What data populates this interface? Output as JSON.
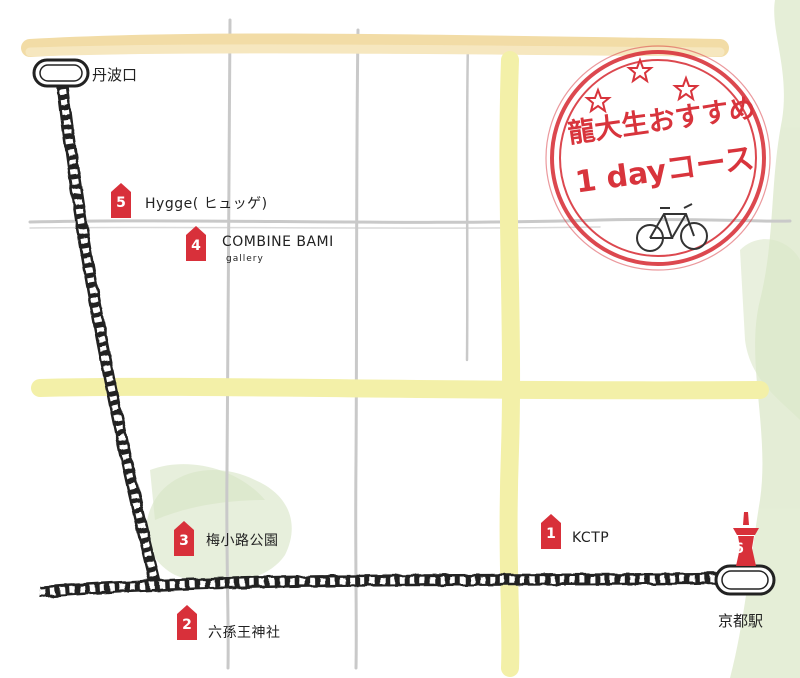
{
  "stamp": {
    "line1": "龍大生おすすめ",
    "line2": "1 dayコース",
    "color": "#d8343c"
  },
  "stations": [
    {
      "id": "tambaguchi",
      "name": "丹波口"
    },
    {
      "id": "kyoto",
      "name": "京都駅"
    }
  ],
  "spots": [
    {
      "num": "1",
      "name": "KCTP",
      "sub": ""
    },
    {
      "num": "2",
      "name": "六孫王神社",
      "sub": ""
    },
    {
      "num": "3",
      "name": "梅小路公園",
      "sub": ""
    },
    {
      "num": "4",
      "name": "COMBINE BAMI",
      "sub": "gallery"
    },
    {
      "num": "5",
      "name": "Hygge( ヒュッゲ)",
      "sub": ""
    },
    {
      "num": "6",
      "name": "",
      "sub": ""
    }
  ],
  "colors": {
    "marker": "#d8303a",
    "road_yellow": "#f3f0a8",
    "road_orange": "#f2dca6",
    "street_gray": "#c9c9c9",
    "rail": "#222222",
    "park_green": "#dfe9cf"
  }
}
